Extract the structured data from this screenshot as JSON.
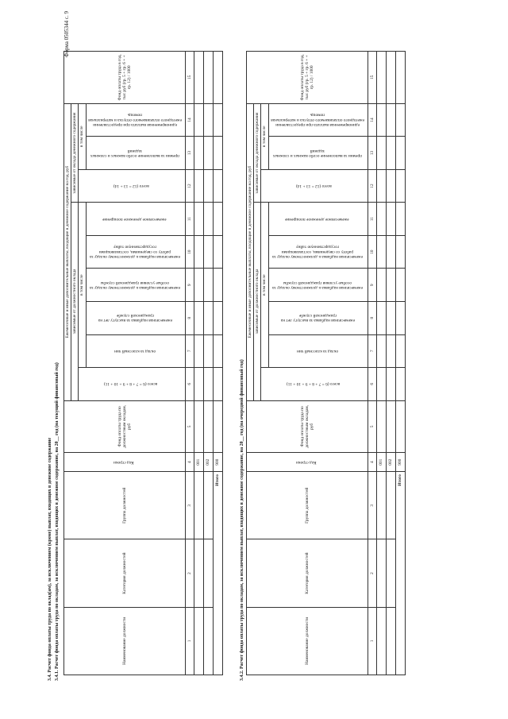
{
  "form_number": "Форма 0505344 с. 9",
  "section_title": "3.4. Расчет фонда оплаты труда по оклад(ам), за исключением (кроме) выплат, входящих в денежное содержание",
  "table1": {
    "title": "3.4.1. Расчет фонда оплаты труда по окладам, за исключением выплат, входящих в денежное содержание, на 20__ год (на текущий финансовый год)",
    "headers": {
      "position_name": "Наименование должности",
      "position_category": "Категория должностей",
      "position_group": "Группа должностей",
      "line_code": "Код строки",
      "payroll_by_salaries": "Фонд оплаты труда по должностным окладам, руб",
      "compensation_group": "Ежемесячные и иные дополнительные выплаты, входящие в денежное содержание на год, руб",
      "from_salary_subgroup": "зависимые от должностного оклада",
      "from_allowance_subgroup": "зависимые от оклада денежного содержания",
      "total": "всего (6 = 7 + 8 + 9 + 10 + 11)",
      "incl": "в том числе",
      "c7": "оклад за классный чин",
      "c8": "ежемесячная надбавка за выслугу лет на гражданской службе",
      "c9": "ежемесячная надбавка к должностному окладу за особые условия гражданской службы",
      "c10": "ежемесячная надбавка к должностному окладу за работу со сведениями, составляющими государственную тайну",
      "c11": "ежемесячное денежное поощрение",
      "c12": "всего (12 = 13 + 14)",
      "c13": "премии за выполнение особо важных и сложных заданий",
      "c14": "единовременная выплата при предоставлении ежегодного оплачиваемого отпуска и материальная помощь",
      "c15": "Фонд оплаты труда в год, тыс руб (гр. 5 + гр. 6 + + гр. 12) / 1000"
    },
    "col_numbers": [
      "1",
      "2",
      "3",
      "4",
      "5",
      "6",
      "7",
      "8",
      "9",
      "10",
      "11",
      "12",
      "13",
      "14",
      "15"
    ],
    "row_codes": [
      "001",
      "002"
    ],
    "total_label": "Итого",
    "total_code": "900"
  },
  "table2": {
    "title": "3.4.2. Расчет фонда оплаты труда по окладам, за исключением выплат, входящих в денежное содержание, на 20__ год (на очередной финансовый год)",
    "row_codes": [
      "001",
      "002"
    ],
    "total_label": "Итого",
    "total_code": "900"
  }
}
